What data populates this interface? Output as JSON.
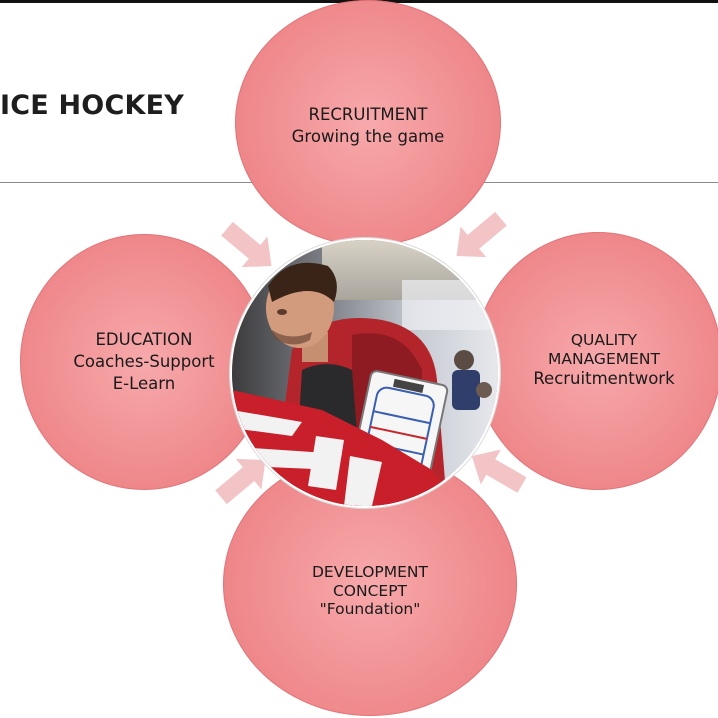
{
  "title": "ICE HOCKEY",
  "nodes": {
    "recruitment": {
      "lines": [
        "RECRUITMENT",
        "Growing the game"
      ]
    },
    "education": {
      "lines": [
        "EDUCATION",
        "Coaches-Support",
        "E-Learn"
      ]
    },
    "quality": {
      "lines": [
        "QUALITY",
        "MANAGEMENT",
        "Recruitmentwork"
      ]
    },
    "development": {
      "lines": [
        "DEVELOPMENT",
        "CONCEPT",
        "\"Foundation\""
      ]
    }
  },
  "colors": {
    "circle_fill": "#ef8a8d",
    "arrow_fill": "#f3c4c6",
    "title_text": "#1e1e1e"
  },
  "center_image": "coach-with-tactics-board-photo"
}
